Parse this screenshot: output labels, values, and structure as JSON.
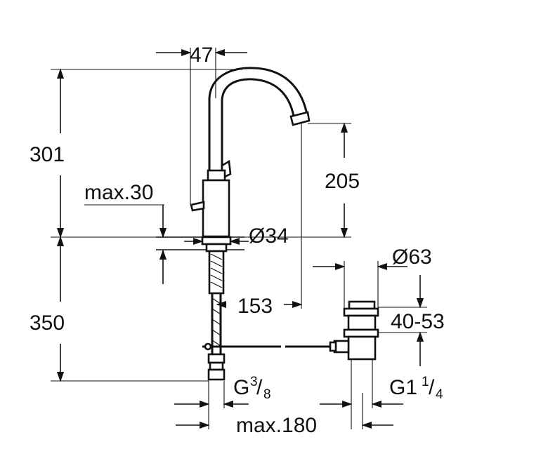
{
  "dimensions": {
    "spout_offset": "47",
    "total_height": "301",
    "spout_height": "205",
    "lever_clearance": "max.30",
    "base_diameter": "Ø34",
    "below_deck_length": "350",
    "spout_reach": "153",
    "waste_diameter": "Ø63",
    "waste_range": "40-53",
    "supply_thread": {
      "prefix": "G",
      "num": "3",
      "den": "8"
    },
    "waste_thread": {
      "prefix": "G1",
      "num": "1",
      "den": "4"
    },
    "max_distance": "max.180"
  }
}
